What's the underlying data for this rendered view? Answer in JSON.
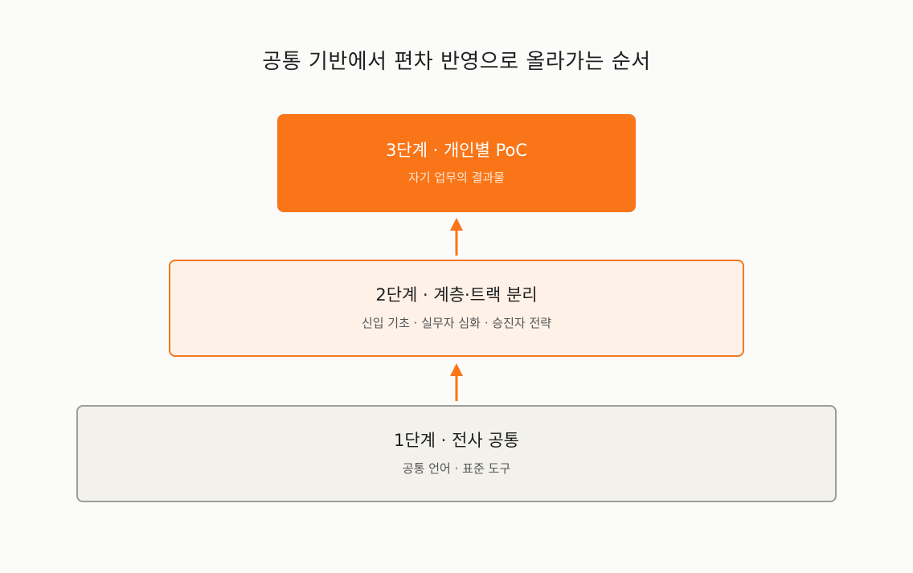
{
  "title": "공통 기반에서 편차 반영으로 올라가는 순서",
  "colors": {
    "accent": "#f97518",
    "accent_light": "#fef2e8",
    "neutral_fill": "#f2f1ec",
    "neutral_border": "#9c9c98"
  },
  "stages": [
    {
      "title": "3단계 · 개인별 PoC",
      "subtitle": "자기 업무의 결과물"
    },
    {
      "title": "2단계 · 계층·트랙 분리",
      "subtitle": "신입 기초 · 실무자 심화 · 승진자 전략"
    },
    {
      "title": "1단계 · 전사 공통",
      "subtitle": "공통 언어 · 표준 도구"
    }
  ]
}
